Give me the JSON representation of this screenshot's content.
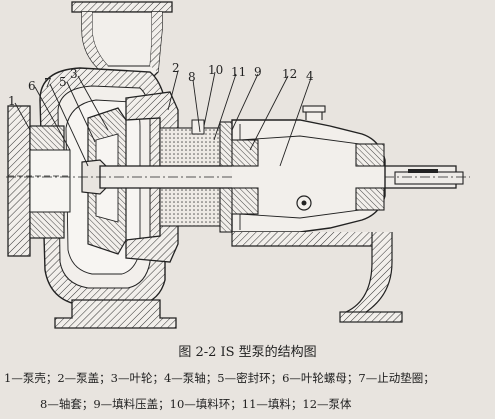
{
  "figure": {
    "caption": "图 2-2   IS 型泵的结构图",
    "legend_line1": "1—泵壳；2—泵盖；3—叶轮；4—泵轴；5—密封环；6—叶轮螺母；7—止动垫圈；",
    "legend_line2": "8—轴套；9—填料压盖；10—填料环；11—填料；12—泵体"
  },
  "callouts": [
    {
      "id": "1",
      "label": "1"
    },
    {
      "id": "2",
      "label": "2"
    },
    {
      "id": "3",
      "label": "3"
    },
    {
      "id": "4",
      "label": "4"
    },
    {
      "id": "5",
      "label": "5"
    },
    {
      "id": "6",
      "label": "6"
    },
    {
      "id": "7",
      "label": "7"
    },
    {
      "id": "8",
      "label": "8"
    },
    {
      "id": "9",
      "label": "9"
    },
    {
      "id": "10",
      "label": "10"
    },
    {
      "id": "11",
      "label": "11"
    },
    {
      "id": "12",
      "label": "12"
    }
  ]
}
